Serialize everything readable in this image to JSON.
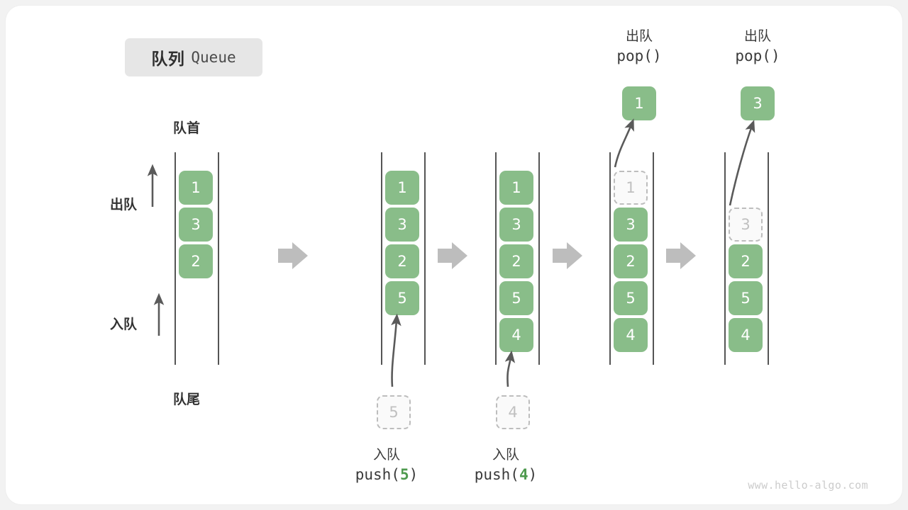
{
  "title": {
    "cn": "队列",
    "en": "Queue"
  },
  "labels": {
    "head": "队首",
    "tail": "队尾",
    "dequeue": "出队",
    "enqueue": "入队"
  },
  "ops": [
    {
      "cn": "入队",
      "code_prefix": "push(",
      "code_arg": "5",
      "code_suffix": ")"
    },
    {
      "cn": "入队",
      "code_prefix": "push(",
      "code_arg": "4",
      "code_suffix": ")"
    },
    {
      "cn": "出队",
      "code_prefix": "pop(",
      "code_arg": "",
      "code_suffix": ")"
    },
    {
      "cn": "出队",
      "code_prefix": "pop(",
      "code_arg": "",
      "code_suffix": ")"
    }
  ],
  "columns": [
    {
      "name": "initial-queue",
      "items": [
        "1",
        "3",
        "2"
      ],
      "ghosts": []
    },
    {
      "name": "after-push-5",
      "items": [
        "1",
        "3",
        "2",
        "5"
      ],
      "ghosts": []
    },
    {
      "name": "after-push-4",
      "items": [
        "1",
        "3",
        "2",
        "5",
        "4"
      ],
      "ghosts": []
    },
    {
      "name": "after-pop-1",
      "items": [
        "3",
        "2",
        "5",
        "4"
      ],
      "ghosts": [
        "1"
      ],
      "popped": "1"
    },
    {
      "name": "after-pop-3",
      "items": [
        "2",
        "5",
        "4"
      ],
      "ghosts": [
        "3"
      ],
      "popped": "3"
    }
  ],
  "floating_inputs": [
    {
      "name": "pending-push-5",
      "value": "5"
    },
    {
      "name": "pending-push-4",
      "value": "4"
    }
  ],
  "watermark": "www.hello-algo.com",
  "colors": {
    "element": "#89bd89",
    "ghost_border": "#bdbdbd",
    "rail": "#555555",
    "arrow": "#bdbdbd",
    "code_accent": "#4e9a4e",
    "chip_bg": "#e6e6e6"
  }
}
